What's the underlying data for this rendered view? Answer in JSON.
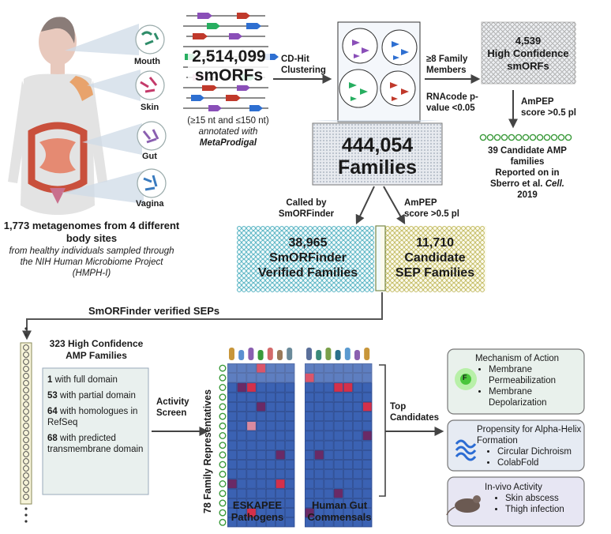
{
  "body_sites": {
    "mouth": "Mouth",
    "skin": "Skin",
    "gut": "Gut",
    "vagina": "Vagina"
  },
  "metagenomes": {
    "title": "1,773 metagenomes from 4 different body sites",
    "subtitle": "from healthy individuals sampled through the NIH Human Microbiome Project (HMPH-I)"
  },
  "smorfs": {
    "count": "2,514,099",
    "label": "smORFs",
    "criteria": "(≥15 nt and ≤150 nt)",
    "annotated_with": "annotated with",
    "tool": "MetaProdigal"
  },
  "cdhit": {
    "line1": "CD-Hit",
    "line2": "Clustering"
  },
  "families": {
    "count": "444,054",
    "label": "Families"
  },
  "filter": {
    "members": "≥8 Family Members",
    "rnacode": "RNAcode p-value <0.05"
  },
  "high_conf": {
    "count": "4,539",
    "line1": "High Confidence",
    "line2": "smORFs"
  },
  "ampep_top": {
    "line1": "AmPEP",
    "line2": "score >0.5 pl"
  },
  "candidate_amp": {
    "title": "39 Candidate AMP families",
    "line2": "Reported on in",
    "ref_author": "Sberro et al.",
    "ref_journal": "Cell.",
    "ref_year": "2019"
  },
  "called_by": {
    "line1": "Called by",
    "line2": "SmORFinder"
  },
  "ampep_mid": {
    "line1": "AmPEP",
    "line2": "score >0.5 pl"
  },
  "verified": {
    "count": "38,965",
    "line1": "SmORFinder",
    "line2": "Verified Families"
  },
  "sep": {
    "count": "11,710",
    "line1": "Candidate",
    "line2": "SEP Families"
  },
  "verified_seps": "SmORFinder verified SEPs",
  "amp_families": {
    "title_line1": "323 High Confidence",
    "title_line2": "AMP Families",
    "items": [
      {
        "num": "1",
        "text": "with full domain"
      },
      {
        "num": "53",
        "text": "with partial domain"
      },
      {
        "num": "64",
        "text": "with homologues in RefSeq"
      },
      {
        "num": "68",
        "text": "with predicted transmembrane domain"
      }
    ]
  },
  "activity": {
    "line1": "Activity",
    "line2": "Screen"
  },
  "heatmap": {
    "ylabel": "78 Family Representatives",
    "left_label_1": "ESKAPEE",
    "left_label_2": "Pathogens",
    "right_label_1": "Human Gut",
    "right_label_2": "Commensals"
  },
  "top": {
    "line1": "Top",
    "line2": "Candidates"
  },
  "moa": {
    "title": "Mechanism of Action",
    "icon_letter": "F",
    "items": [
      "Membrane Permeabilization",
      "Membrane Depolarization"
    ]
  },
  "helix": {
    "title": "Propensity for Alpha-Helix Formation",
    "items": [
      "Circular Dichroism",
      "ColabFold"
    ]
  },
  "invivo": {
    "title": "In-vivo Activity",
    "items": [
      "Skin abscess",
      "Thigh infection"
    ]
  },
  "colors": {
    "heat_blue": "#3b62b3",
    "heat_red": "#d4304a",
    "heat_purple": "#6a2a66",
    "heat_pink": "#d98aa0",
    "teal": "#3aa6b8",
    "olive": "#b9b04a",
    "green": "#4caf50",
    "panel_green": "#e9f1ec",
    "panel_blue": "#e6ebf3",
    "panel_purple": "#e7e6f3"
  }
}
